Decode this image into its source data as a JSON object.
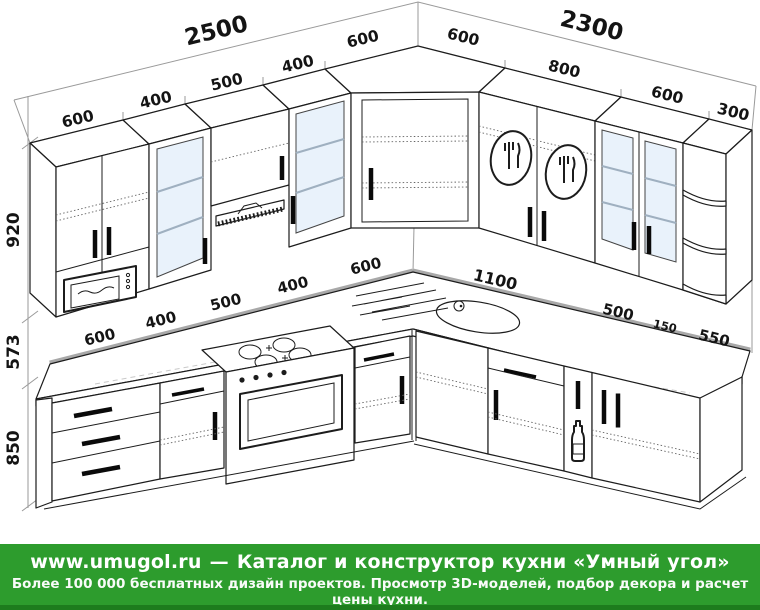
{
  "dims": {
    "left_total": "2500",
    "right_total": "2300",
    "corner_left": "600",
    "corner_right": "600",
    "left_wall": [
      "600",
      "400",
      "500",
      "400"
    ],
    "right_wall": [
      "800",
      "600",
      "300"
    ],
    "heights": [
      "920",
      "573",
      "850"
    ],
    "counter_left": [
      "600",
      "400",
      "500",
      "400",
      "600"
    ],
    "counter_right": [
      "1100",
      "500",
      "150",
      "550"
    ]
  },
  "footer": {
    "site": "www.umugol.ru",
    "dash": "—",
    "tagline": "Каталог и конструктор кухни «Умный угол»",
    "subtitle": "Более 100 000 бесплатных дизайн проектов. Просмотр 3D-моделей, подбор декора и расчет цены кухни.",
    "bg_color": "#2d9c2d",
    "strip_color": "#1d7c1d",
    "text_color": "#ffffff"
  },
  "style": {
    "line_color": "#1c1c1c",
    "dim_bar_color": "#a8a8a8",
    "glass_color": "#e9f2fb"
  }
}
